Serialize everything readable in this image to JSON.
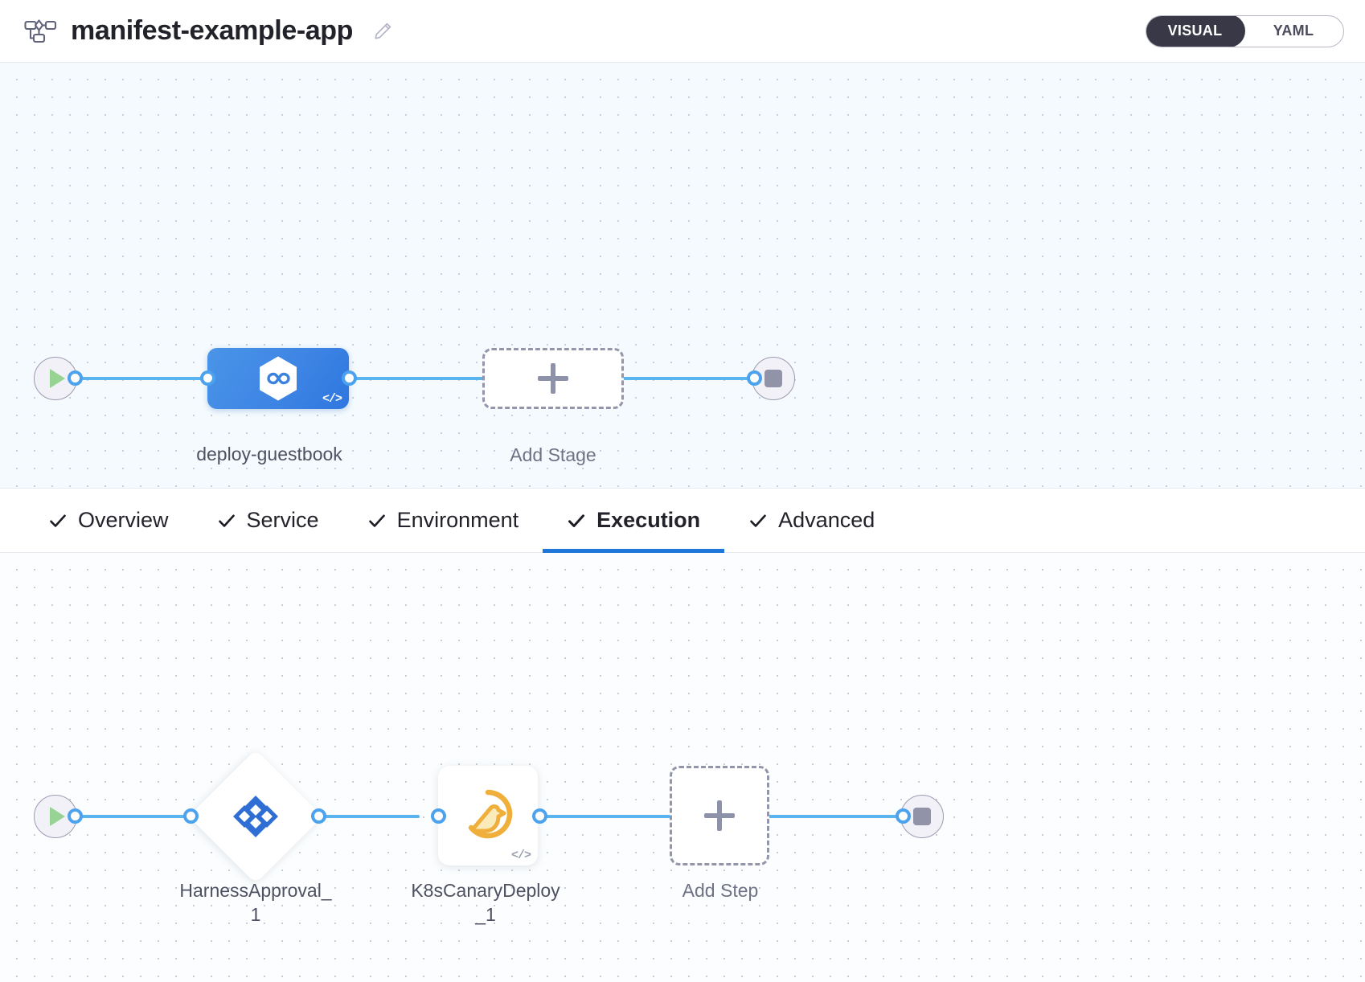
{
  "header": {
    "pipeline_icon": "pipeline-flow-icon",
    "title": "manifest-example-app",
    "edit_icon": "pencil-edit-icon",
    "mode_toggle": {
      "visual_label": "VISUAL",
      "yaml_label": "YAML",
      "selected": "VISUAL",
      "active_bg": "#383846"
    }
  },
  "stage_canvas": {
    "start_node": {
      "icon": "play-icon"
    },
    "end_node": {
      "icon": "stop-icon"
    },
    "stages": [
      {
        "name": "deploy-guestbook",
        "icon": "harness-cd-hexagon-icon",
        "code_badge": "</>",
        "color": "#3e85e4"
      }
    ],
    "add_stage": {
      "label": "Add Stage",
      "icon": "plus-icon"
    }
  },
  "tabs": [
    {
      "label": "Overview",
      "checked": true,
      "active": false
    },
    {
      "label": "Service",
      "checked": true,
      "active": false
    },
    {
      "label": "Environment",
      "checked": true,
      "active": false
    },
    {
      "label": "Execution",
      "checked": true,
      "active": true
    },
    {
      "label": "Advanced",
      "checked": true,
      "active": false
    }
  ],
  "tab_indicator_color": "#1d76d8",
  "step_canvas": {
    "start_node": {
      "icon": "play-icon"
    },
    "end_node": {
      "icon": "stop-icon"
    },
    "steps": [
      {
        "name": "HarnessApproval_1",
        "icon": "harness-approval-clover-icon",
        "shape": "diamond",
        "color": "#2f6fd4"
      },
      {
        "name": "K8sCanaryDeploy_1",
        "icon": "canary-bird-icon",
        "shape": "square",
        "code_badge": "</>",
        "color": "#efaf3a"
      }
    ],
    "add_step": {
      "label": "Add Step",
      "icon": "plus-icon"
    }
  }
}
